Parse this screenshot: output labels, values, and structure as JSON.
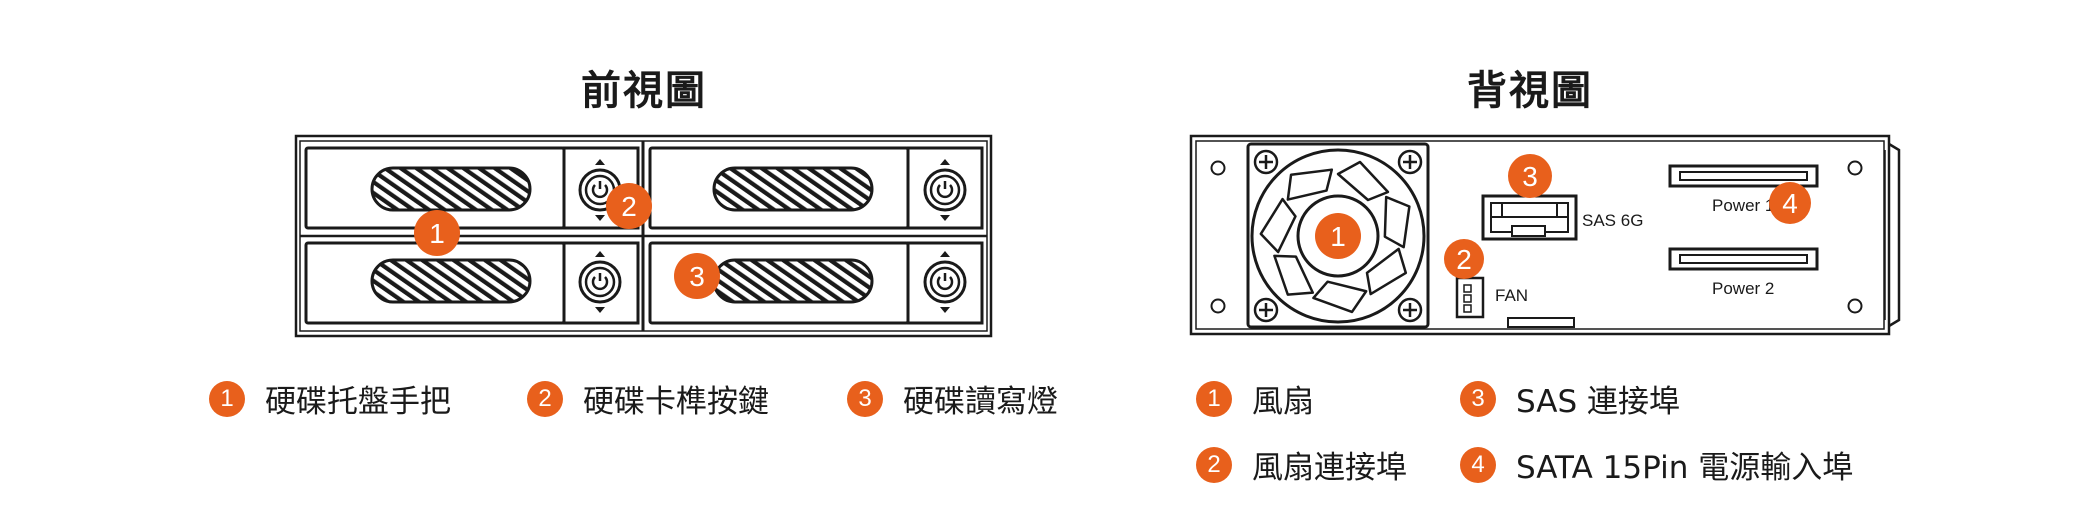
{
  "colors": {
    "accent": "#E8601C",
    "line": "#1a1a1a"
  },
  "front": {
    "title": "前視圖",
    "markers": [
      "1",
      "2",
      "3"
    ],
    "legend": [
      {
        "num": "1",
        "text": "硬碟托盤手把"
      },
      {
        "num": "2",
        "text": "硬碟卡榫按鍵"
      },
      {
        "num": "3",
        "text": "硬碟讀寫燈"
      }
    ]
  },
  "back": {
    "title": "背視圖",
    "markers": [
      "1",
      "2",
      "3",
      "4"
    ],
    "labels": {
      "sas": "SAS 6G",
      "fan": "FAN",
      "power1": "Power 1",
      "power2": "Power 2"
    },
    "legend": [
      {
        "num": "1",
        "text": "風扇"
      },
      {
        "num": "2",
        "text": "風扇連接埠"
      },
      {
        "num": "3",
        "text": "SAS 連接埠"
      },
      {
        "num": "4",
        "text": "SATA 15Pin 電源輸入埠"
      }
    ]
  }
}
